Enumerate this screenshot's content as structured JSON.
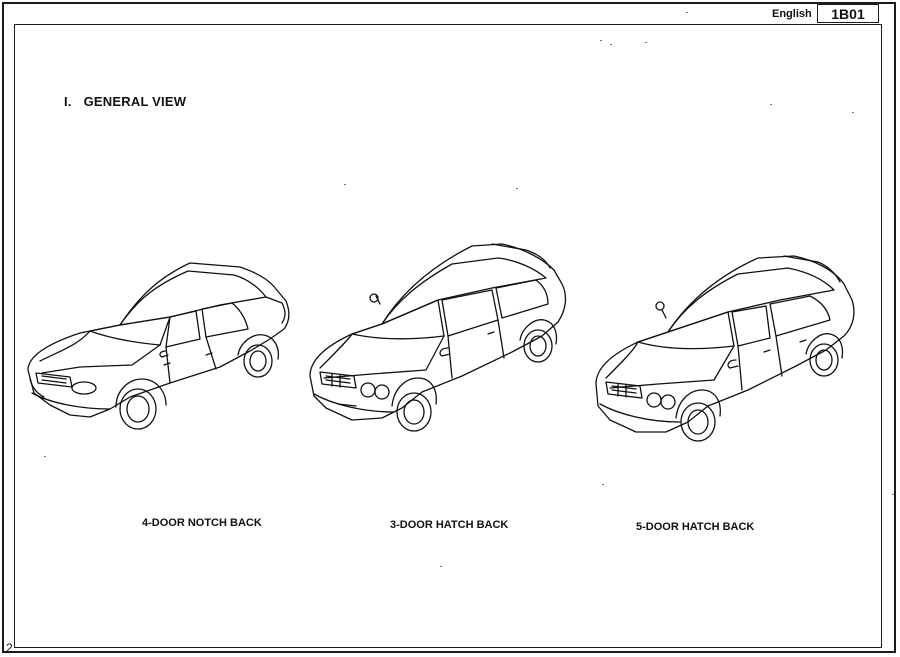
{
  "header": {
    "language": "English",
    "section_code": "1B01"
  },
  "section": {
    "number": "I.",
    "title": "GENERAL VIEW"
  },
  "vehicles": [
    {
      "caption": "4-DOOR NOTCH BACK",
      "icon": "sedan-4door-line-drawing"
    },
    {
      "caption": "3-DOOR HATCH BACK",
      "icon": "hatchback-3door-line-drawing"
    },
    {
      "caption": "5-DOOR HATCH BACK",
      "icon": "hatchback-5door-line-drawing"
    }
  ],
  "footer": {
    "page_number": "2"
  }
}
